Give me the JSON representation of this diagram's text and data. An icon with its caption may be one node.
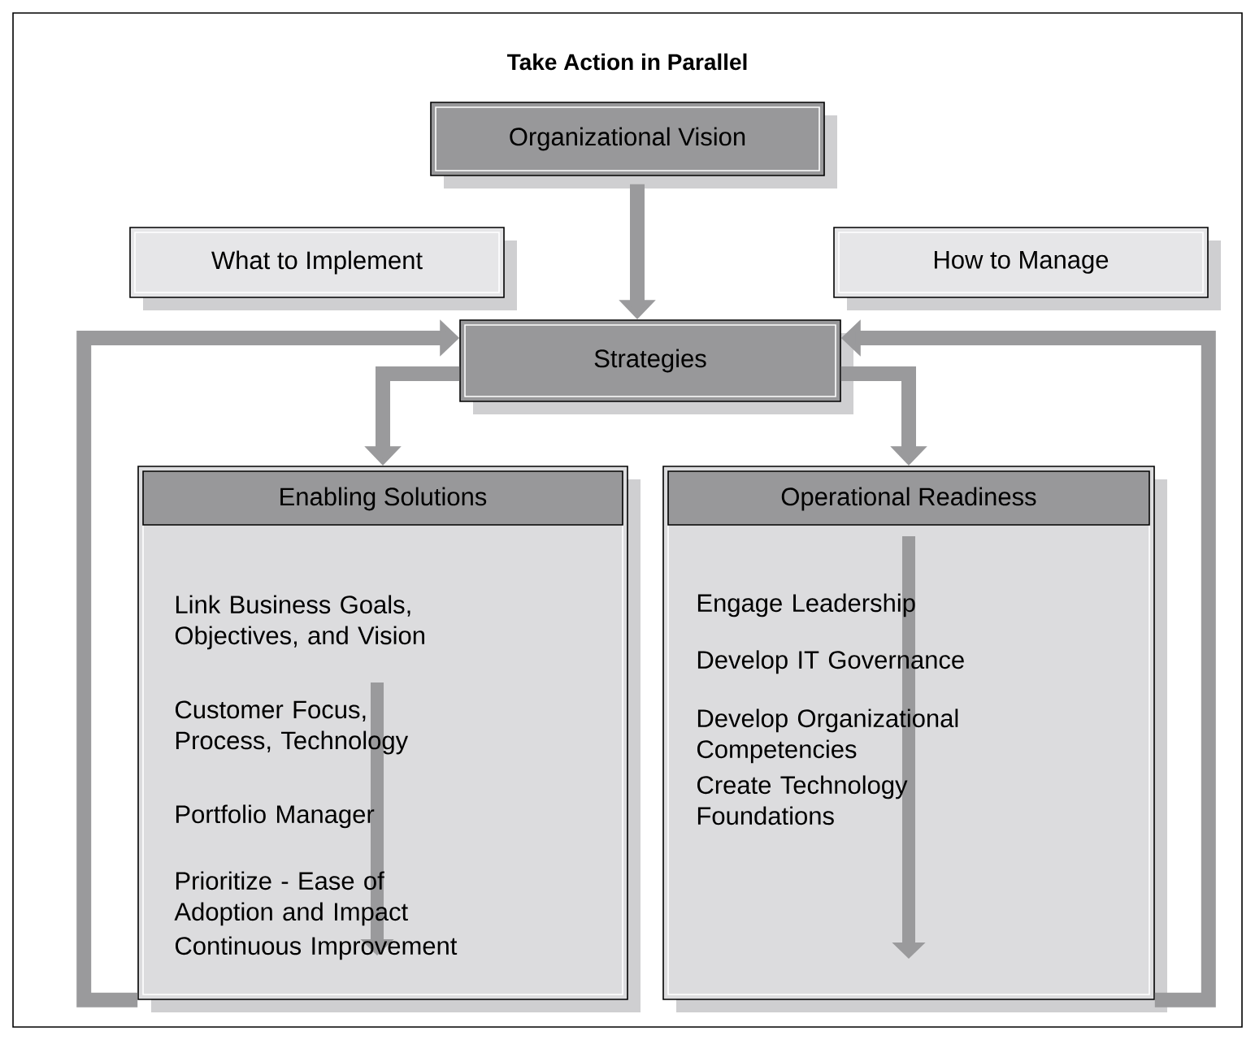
{
  "diagram": {
    "title": "Take Action in Parallel",
    "nodes": [
      {
        "text": [
          "Organizational Vision"
        ]
      },
      {
        "text": [
          "What to Implement"
        ]
      },
      {
        "text": [
          "How to Manage"
        ]
      },
      {
        "text": [
          "Strategies"
        ]
      },
      {
        "text": [
          "Enabling Solutions",
          "Link Business Goals, Objectives, and Vision",
          "Customer Focus, Process, Technology",
          "Portfolio Manager",
          "Prioritize - Ease of Adoption and Impact",
          "Continuous Improvement"
        ]
      },
      {
        "text": [
          "Operational Readiness",
          "Engage Leadership",
          "Develop IT Governance",
          "Develop Organizational Competencies",
          "Create Technology Foundations"
        ]
      }
    ],
    "edges": [
      {
        "from": 0,
        "to": 3,
        "arrow": "to"
      },
      {
        "from": 3,
        "to": 4,
        "arrow": "to"
      },
      {
        "from": 3,
        "to": 5,
        "arrow": "to"
      },
      {
        "from": 4,
        "to": 3,
        "arrow": "to"
      },
      {
        "from": 5,
        "to": 3,
        "arrow": "to"
      }
    ]
  }
}
